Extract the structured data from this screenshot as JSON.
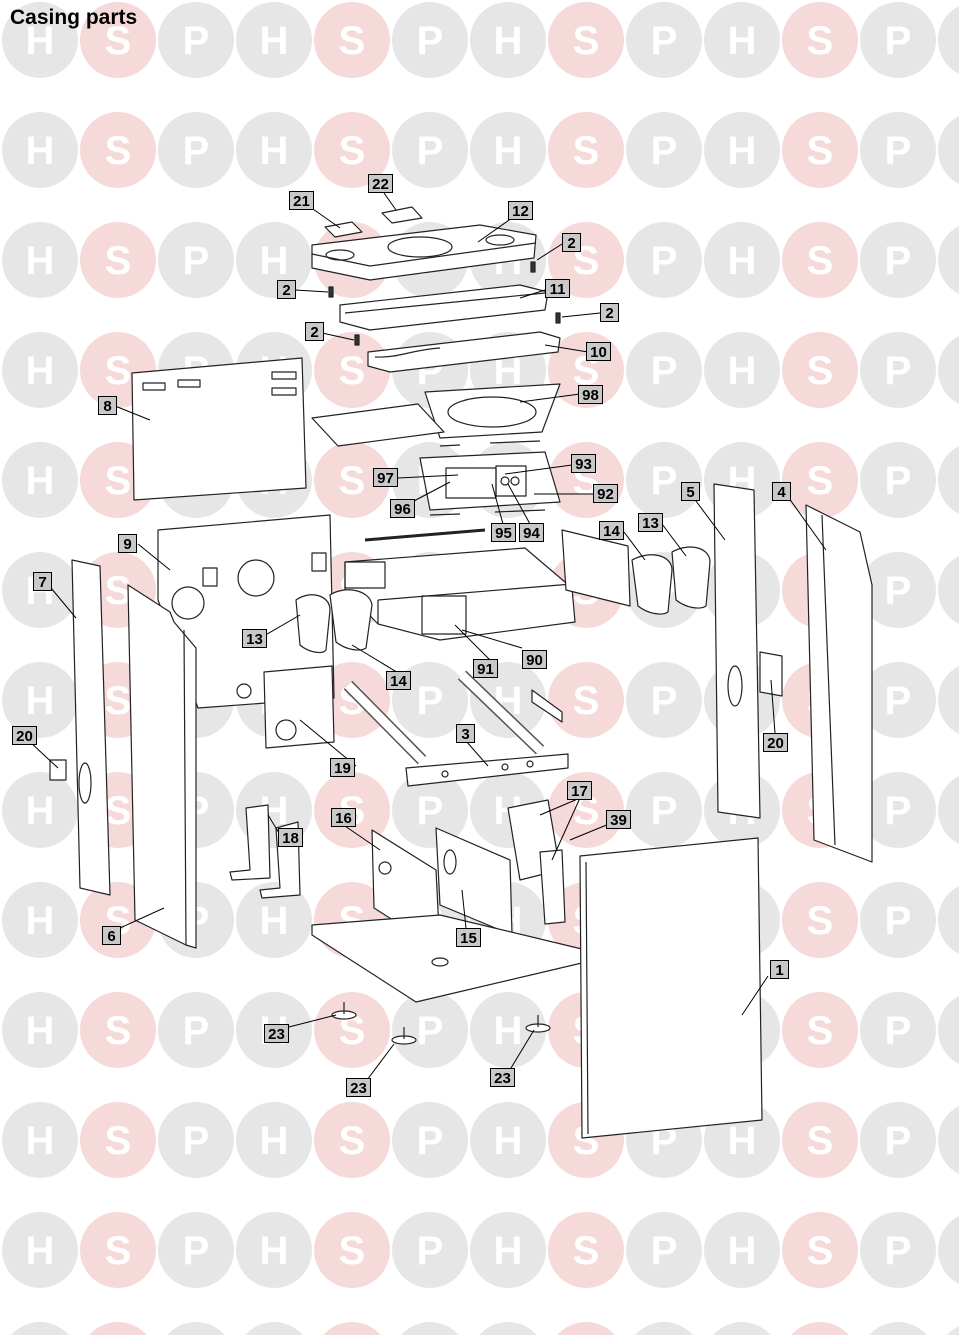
{
  "page": {
    "title": "Casing parts"
  },
  "watermark": {
    "letters": [
      "H",
      "S",
      "P"
    ],
    "colors": [
      "#e6e6e6",
      "#f6d9d9",
      "#e6e6e6"
    ]
  },
  "labels": {
    "l1": "1",
    "l2": "2",
    "l3": "3",
    "l4": "4",
    "l5": "5",
    "l6": "6",
    "l7": "7",
    "l8": "8",
    "l9": "9",
    "l10": "10",
    "l11": "11",
    "l12": "12",
    "l13": "13",
    "l14": "14",
    "l15": "15",
    "l16": "16",
    "l17": "17",
    "l18": "18",
    "l19": "19",
    "l20": "20",
    "l21": "21",
    "l22": "22",
    "l23": "23",
    "l39": "39",
    "l90": "90",
    "l91": "91",
    "l92": "92",
    "l93": "93",
    "l94": "94",
    "l95": "95",
    "l96": "96",
    "l97": "97",
    "l98": "98"
  }
}
